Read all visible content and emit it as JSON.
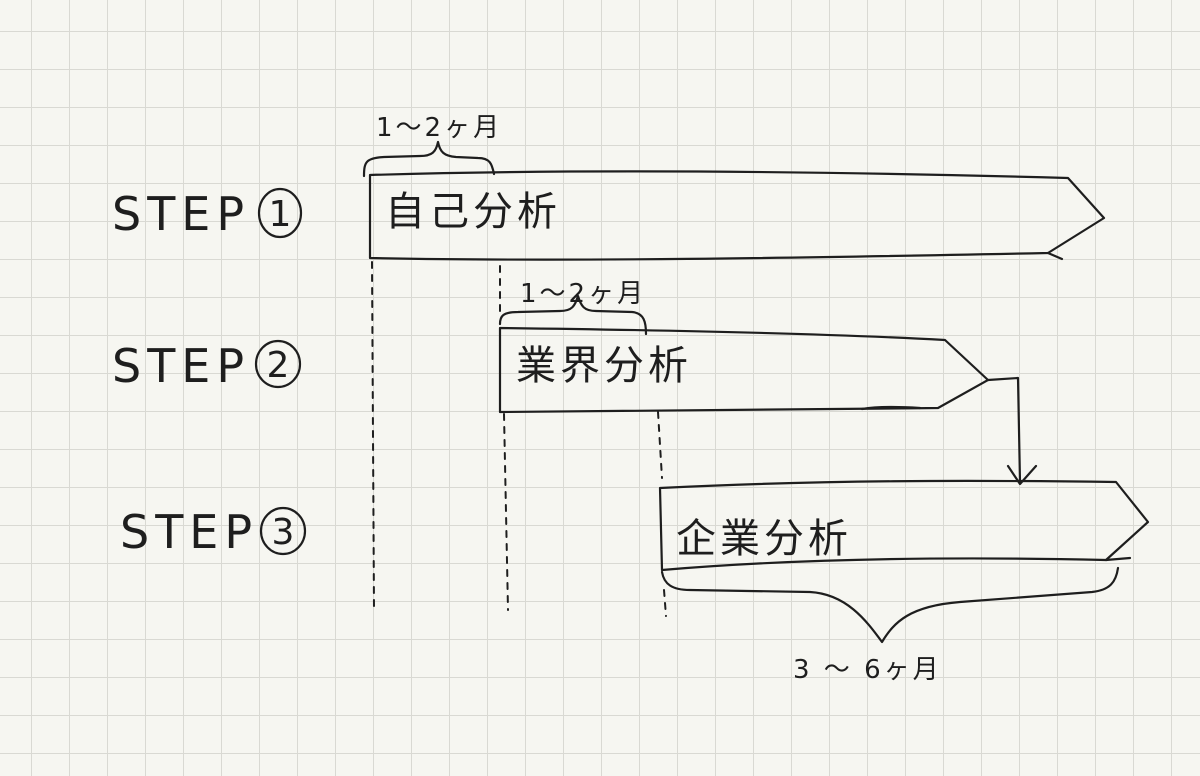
{
  "steps": [
    {
      "label": "STEP",
      "number": "1",
      "task": "自己分析"
    },
    {
      "label": "STEP",
      "number": "2",
      "task": "業界分析"
    },
    {
      "label": "STEP",
      "number": "3",
      "task": "企業分析"
    }
  ],
  "durations": {
    "step1": "1～2ヶ月",
    "step2": "1～2ヶ月",
    "step3": "3 ～ 6ヶ月"
  }
}
